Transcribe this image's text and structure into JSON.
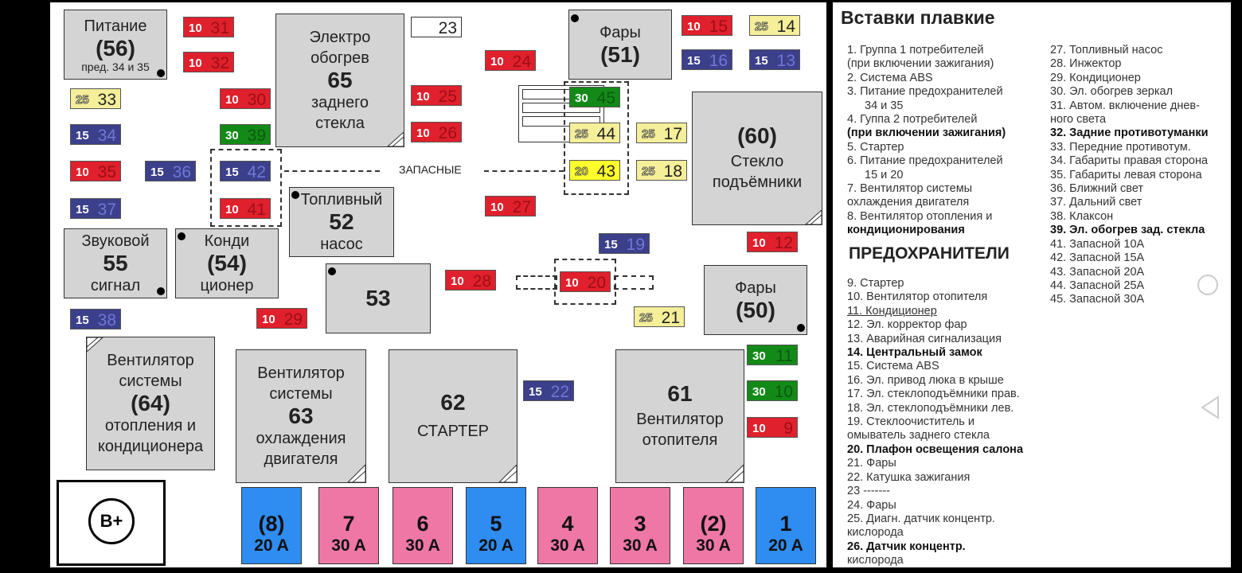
{
  "relays": {
    "pitanie": {
      "title": "Питание",
      "num": "(56)",
      "sub": "пред. 34 и 35"
    },
    "obogrev": {
      "l1": "Электро",
      "l2": "обогрев",
      "num": "65",
      "l3": "заднего",
      "l4": "стекла"
    },
    "fary51": {
      "title": "Фары",
      "num": "(51)"
    },
    "steklo60": {
      "num": "(60)",
      "l1": "Стекло",
      "l2": "подъёмники"
    },
    "toplivny": {
      "title": "Топливный",
      "num": "52",
      "sub": "насос"
    },
    "zvukovoy": {
      "title": "Звуковой",
      "num": "55",
      "sub": "сигнал"
    },
    "kondi": {
      "title": "Конди",
      "num": "(54)",
      "sub": "ционер"
    },
    "r53": {
      "num": "53"
    },
    "fary50": {
      "title": "Фары",
      "num": "(50)"
    },
    "vent64": {
      "l1": "Вентилятор",
      "l2": "системы",
      "num": "(64)",
      "l3": "отопления и",
      "l4": "кондиционера"
    },
    "vent63": {
      "l1": "Вентилятор",
      "l2": "системы",
      "num": "63",
      "l3": "охлаждения",
      "l4": "двигателя"
    },
    "starter62": {
      "num": "62",
      "sub": "СТАРТЕР"
    },
    "vent61": {
      "num": "61",
      "l1": "Вентилятор",
      "l2": "отопителя"
    }
  },
  "spare_label": "ЗАПАСНЫЕ",
  "bplus": "B+",
  "fuses": [
    {
      "amp": "10",
      "num": "31",
      "cls": "f10"
    },
    {
      "amp": "10",
      "num": "32",
      "cls": "f10"
    },
    {
      "amp": "25",
      "num": "33",
      "cls": "f25"
    },
    {
      "amp": "15",
      "num": "34",
      "cls": "f15"
    },
    {
      "amp": "10",
      "num": "35",
      "cls": "f10"
    },
    {
      "amp": "15",
      "num": "36",
      "cls": "f15"
    },
    {
      "amp": "15",
      "num": "37",
      "cls": "f15"
    },
    {
      "amp": "15",
      "num": "38",
      "cls": "f15"
    },
    {
      "amp": "10",
      "num": "30",
      "cls": "f10"
    },
    {
      "amp": "30",
      "num": "39",
      "cls": "f30"
    },
    {
      "amp": "15",
      "num": "42",
      "cls": "f15"
    },
    {
      "amp": "10",
      "num": "41",
      "cls": "f10"
    },
    {
      "amp": "",
      "num": "23",
      "cls": "fblank"
    },
    {
      "amp": "10",
      "num": "25",
      "cls": "f10"
    },
    {
      "amp": "10",
      "num": "26",
      "cls": "f10"
    },
    {
      "amp": "10",
      "num": "24",
      "cls": "f10"
    },
    {
      "amp": "30",
      "num": "45",
      "cls": "f30"
    },
    {
      "amp": "25",
      "num": "44",
      "cls": "f25"
    },
    {
      "amp": "20",
      "num": "43",
      "cls": "f20"
    },
    {
      "amp": "10",
      "num": "27",
      "cls": "f10"
    },
    {
      "amp": "10",
      "num": "15",
      "cls": "f10"
    },
    {
      "amp": "25",
      "num": "14",
      "cls": "f25"
    },
    {
      "amp": "15",
      "num": "16",
      "cls": "f15"
    },
    {
      "amp": "15",
      "num": "13",
      "cls": "f15"
    },
    {
      "amp": "25",
      "num": "17",
      "cls": "f25"
    },
    {
      "amp": "25",
      "num": "18",
      "cls": "f25"
    },
    {
      "amp": "15",
      "num": "19",
      "cls": "f15"
    },
    {
      "amp": "10",
      "num": "12",
      "cls": "f10"
    },
    {
      "amp": "10",
      "num": "28",
      "cls": "f10"
    },
    {
      "amp": "10",
      "num": "20",
      "cls": "f10"
    },
    {
      "amp": "10",
      "num": "29",
      "cls": "f10"
    },
    {
      "amp": "25",
      "num": "21",
      "cls": "f25"
    },
    {
      "amp": "15",
      "num": "22",
      "cls": "f15"
    },
    {
      "amp": "30",
      "num": "11",
      "cls": "f30"
    },
    {
      "amp": "30",
      "num": "10",
      "cls": "f30"
    },
    {
      "amp": "10",
      "num": "9",
      "cls": "f10"
    }
  ],
  "maxi_fuses": [
    {
      "n": "(8)",
      "a": "20 A",
      "color": "mblue"
    },
    {
      "n": "7",
      "a": "30 A",
      "color": "mpink"
    },
    {
      "n": "6",
      "a": "30 A",
      "color": "mpink"
    },
    {
      "n": "5",
      "a": "20 A",
      "color": "mblue"
    },
    {
      "n": "4",
      "a": "30 A",
      "color": "mpink"
    },
    {
      "n": "3",
      "a": "30 A",
      "color": "mpink"
    },
    {
      "n": "(2)",
      "a": "30 A",
      "color": "mpink"
    },
    {
      "n": "1",
      "a": "20 A",
      "color": "mblue"
    }
  ],
  "legend": {
    "title": "Вставки плавкие",
    "heading2": "ПРЕДОХРАНИТЕЛИ",
    "left_top": [
      "1. Группа 1 потребителей",
      "(при включении зажигания)",
      "2. Система ABS",
      "3. Питание предохранителей",
      "   34 и 35",
      "4. Гуппа 2 потребителей",
      "(при включении зажигания)",
      "5. Стартер",
      "6. Питание предохранителей",
      "   15 и 20",
      "7. Вентилятор системы",
      "охлаждения двигателя",
      "8. Вентилятор отопления и",
      "кондиционирования"
    ],
    "left_bottom": [
      "9. Стартер",
      "10. Вентилятор отопителя",
      "11. Кондиционер",
      "12. Эл. корректор фар",
      "13. Аварийная сигнализация",
      "14. Центральный замок",
      "15. Система ABS",
      "16. Эл. привод люка в крыше",
      "17. Эл. стеклоподъёмники прав.",
      "18. Эл. стеклоподъёмники лев.",
      "19. Стеклоочиститель и",
      "омыватель заднего стекла",
      "20. Плафон освещения салона",
      "21. Фары",
      "22. Катушка зажигания",
      "23 -------",
      "24. Фары",
      "25. Диагн. датчик концентр.",
      "кислорода",
      "26. Датчик концентр.",
      "кислорода"
    ],
    "right": [
      "27. Топливный насос",
      "28. Инжектор",
      "29. Кондиционер",
      "30. Эл. обогрев зеркал",
      "31. Автом. включение днев-",
      "ного света",
      "32. Задние противотуманки",
      "33. Передние противотум.",
      "34. Габариты правая сторона",
      "35. Габариты левая сторона",
      "36. Ближний свет",
      "37. Дальний свет",
      "38. Клаксон",
      "39. Эл. обогрев зад. стекла",
      "41. Запасной 10А",
      "42. Запасной 15А",
      "43. Запасной 20А",
      "44. Запасной 25А",
      "45. Запасной 30А"
    ]
  }
}
